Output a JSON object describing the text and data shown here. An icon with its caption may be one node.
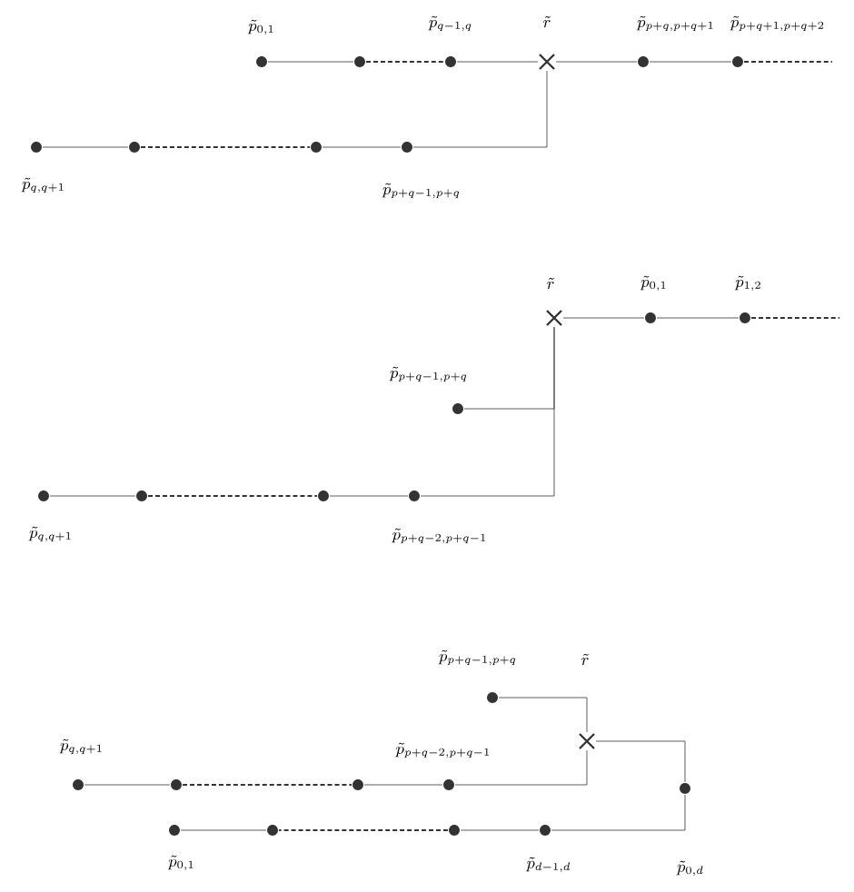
{
  "diagram": {
    "nodes": [
      {
        "text": [
          "\\tilde{p}_{0,1}"
        ]
      },
      {
        "text": [],
        "shape": "circle"
      },
      {
        "text": [
          "\\tilde{p}_{q-1,q}"
        ]
      },
      {
        "text": [
          "\\tilde{r}"
        ]
      },
      {
        "text": [
          "\\tilde{p}_{p+q,p+q+1}"
        ]
      },
      {
        "text": [
          "\\tilde{p}_{p+q+1,p+q+2}"
        ]
      },
      {
        "text": [
          "\\tilde{p}_{q,q+1}"
        ]
      },
      {
        "text": [],
        "shape": "circle"
      },
      {
        "text": [],
        "shape": "circle"
      },
      {
        "text": [
          "\\tilde{p}_{p+q-1,p+q}"
        ]
      },
      {
        "text": [
          "\\tilde{r}"
        ]
      },
      {
        "text": [
          "\\tilde{p}_{0,1}"
        ]
      },
      {
        "text": [
          "\\tilde{p}_{1,2}"
        ]
      },
      {
        "text": [
          "\\tilde{p}_{p+q-1,p+q}"
        ]
      },
      {
        "text": [
          "\\tilde{p}_{q,q+1}"
        ]
      },
      {
        "text": [],
        "shape": "circle"
      },
      {
        "text": [],
        "shape": "circle"
      },
      {
        "text": [
          "\\tilde{p}_{p+q-2,p+q-1}"
        ]
      },
      {
        "text": [
          "\\tilde{p}_{p+q-1,p+q}"
        ]
      },
      {
        "text": [
          "\\tilde{r}"
        ]
      },
      {
        "text": [
          "\\tilde{p}_{q,q+1}"
        ]
      },
      {
        "text": [],
        "shape": "circle"
      },
      {
        "text": [],
        "shape": "circle"
      },
      {
        "text": [
          "\\tilde{p}_{p+q-2,p+q-1}"
        ]
      },
      {
        "text": [
          "\\tilde{p}_{0,d}"
        ]
      },
      {
        "text": [
          "\\tilde{p}_{0,1}"
        ]
      },
      {
        "text": [],
        "shape": "circle"
      },
      {
        "text": [],
        "shape": "circle"
      },
      {
        "text": [
          "\\tilde{p}_{d-1,d}"
        ]
      }
    ],
    "edges": [
      {
        "from": 0,
        "to": 1,
        "arrow": "none"
      },
      {
        "from": 1,
        "to": 2,
        "arrow": "none",
        "style": "dashed"
      },
      {
        "from": 2,
        "to": 3,
        "arrow": "none"
      },
      {
        "from": 3,
        "to": 4,
        "arrow": "none"
      },
      {
        "from": 4,
        "to": 5,
        "arrow": "none"
      },
      {
        "from": 5,
        "to": null,
        "arrow": "none",
        "style": "dashed"
      },
      {
        "from": 6,
        "to": 7,
        "arrow": "none"
      },
      {
        "from": 7,
        "to": 8,
        "arrow": "none",
        "style": "dashed"
      },
      {
        "from": 8,
        "to": 9,
        "arrow": "none"
      },
      {
        "from": 9,
        "to": 3,
        "arrow": "none"
      },
      {
        "from": 10,
        "to": 11,
        "arrow": "none"
      },
      {
        "from": 11,
        "to": 12,
        "arrow": "none"
      },
      {
        "from": 12,
        "to": null,
        "arrow": "none",
        "style": "dashed"
      },
      {
        "from": 13,
        "to": 10,
        "arrow": "none"
      },
      {
        "from": 14,
        "to": 15,
        "arrow": "none"
      },
      {
        "from": 15,
        "to": 16,
        "arrow": "none",
        "style": "dashed"
      },
      {
        "from": 16,
        "to": 17,
        "arrow": "none"
      },
      {
        "from": 17,
        "to": 10,
        "arrow": "none"
      },
      {
        "from": 18,
        "to": 19,
        "arrow": "none"
      },
      {
        "from": 20,
        "to": 21,
        "arrow": "none"
      },
      {
        "from": 21,
        "to": 22,
        "arrow": "none",
        "style": "dashed"
      },
      {
        "from": 22,
        "to": 23,
        "arrow": "none"
      },
      {
        "from": 23,
        "to": 19,
        "arrow": "none"
      },
      {
        "from": 19,
        "to": 24,
        "arrow": "none"
      },
      {
        "from": 24,
        "to": 28,
        "arrow": "none"
      },
      {
        "from": 28,
        "to": 27,
        "arrow": "none"
      },
      {
        "from": 27,
        "to": 26,
        "arrow": "none",
        "style": "dashed"
      },
      {
        "from": 26,
        "to": 25,
        "arrow": "none"
      }
    ]
  }
}
